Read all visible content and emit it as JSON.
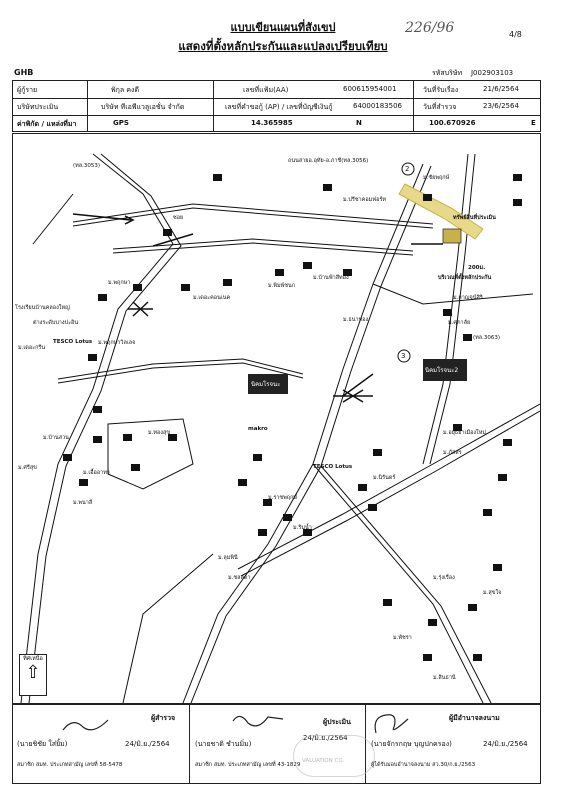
{
  "header": {
    "title_line1": "แบบเขียนแผนที่สังเขป",
    "title_line2": "แสดงที่ตั้งหลักประกันและแปลงเปรียบเทียบ",
    "handwritten_ref": "226/96",
    "page_number": "4/8",
    "bank_abbr": "GHB",
    "company_code_label": "รหัสบริษัท",
    "company_code": "J002903103"
  },
  "info": {
    "borrower_label": "ผู้กู้ราย",
    "borrower_name": "พิกุล คงดี",
    "file_no_label": "เลขที่แฟ้ม(AA)",
    "file_no": "600615954001",
    "received_label": "วันที่รับเรื่อง",
    "received_date": "21/6/2564",
    "appraiser_co_label": "บริษัทประเมิน",
    "appraiser_co": "บริษัท ทีเอพีแวลูเอชั่น จำกัด",
    "req_no_label": "เลขที่คำขอกู้ (AP) / เลขที่บัญชีเงินกู้",
    "req_no": "64000183506",
    "survey_label": "วันที่สำรวจ",
    "survey_date": "23/6/2564",
    "coord_label": "ค่าพิกัด / แหล่งที่มา",
    "gps_label": "GPS",
    "lat": "14.365985",
    "lat_dir": "N",
    "lon": "100.670926",
    "lon_dir": "E"
  },
  "map": {
    "road_3056": "ถนนสายอ.อุทัย-อ.ภาชี(ทล.3056)",
    "road_3053": "(ทล.3053)",
    "road_right": "(ทล.3063)",
    "route_2": "2",
    "route_3": "3",
    "subject": "ทรัพย์สินที่ประเมิน",
    "to_nakhon": "บริเวณที่ตั้งหลักประกัน",
    "soi": "ซอย",
    "factory_1": "นิคมโรจนะ",
    "factory_2": "นิคมโรจนะ2",
    "tesco": "TESCO Lotus",
    "tesco2": "TESCO Lotus",
    "makro": "makro",
    "bangpain": "ต่างระดับบางปะอิน",
    "north_label": "ทิศเหนือ",
    "dist": "200ม.",
    "north_arrow": "⇧",
    "labels": [
      "ม.ปรีชาคอมฟอร์ท",
      "ม.ชัยพฤกษ์",
      "โรงเรียนบ้านคลองใหญ่",
      "ม.พฤกษา",
      "ม.เดอะคอนเนค",
      "ม.พิมพ์ชนก",
      "ม.บ้านฟ้าสีทอง",
      "ม.ธนาทอง",
      "ม.กาญจน์สิริ",
      "ม.ศุภาลัย",
      "ม.พฤกษาวิลเลจ",
      "ม.เดอะกรีน",
      "ม.บ้านสวน",
      "ม.ศรีสุข",
      "ม.เอื้ออาทร",
      "ม.ทองสุข",
      "ม.พนาลี",
      "ม.ราชพฤกษ์",
      "ม.ริมน้ำ",
      "ม.ลุมพินี",
      "ม.ชลลดา",
      "ม.นิรันดร์",
      "ม.รุ่งเรือง",
      "ม.สุขใจ",
      "ม.พัชรา",
      "ม.สินธานี",
      "ม.อยุธยาเมืองใหม่",
      "ม.ภัสสร"
    ]
  },
  "signatures": {
    "surveyor_label": "ผู้สำรวจ",
    "surveyor_name": "(นายชิชัย ใส่ยิ้ม)",
    "surveyor_date": "24/มิ.ย./2564",
    "surveyor_license": "สมาชิก สมท. ประเภทสามัญ เลขที่ 58-5478",
    "appraiser_label": "ผู้ประเมิน",
    "appraiser_name": "(นายชาติ ชำนมิ่ม)",
    "appraiser_date": "24/มิ.ย./2564",
    "appraiser_license": "สมาชิก สมท. ประเภทสามัญ เลขที่ 43-1829",
    "approver_label": "ผู้มีอำนาจลงนาม",
    "approver_name": "(นายจักรกฤษ บุญปกครอง)",
    "approver_date": "24/มิ.ย./2564",
    "approver_license": "ผู้ได้รับมอบอำนาจลงนาม สว.30/ก.ย./2563",
    "stamp_text": "VALUATION CO."
  }
}
